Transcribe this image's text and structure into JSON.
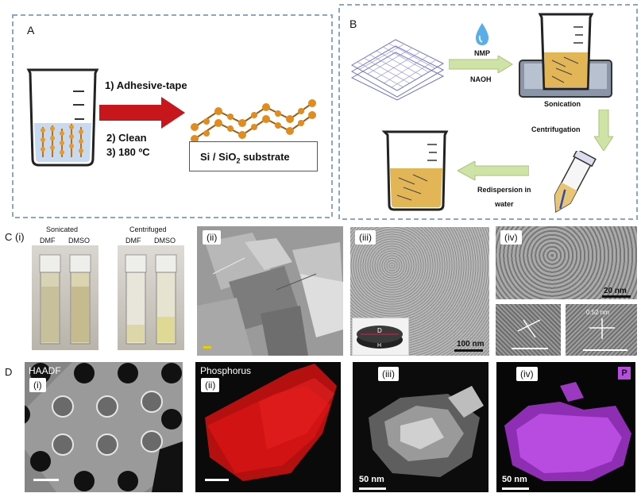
{
  "panel_a": {
    "label": "A",
    "step1": "1) Adhesive-tape",
    "step2": "2) Clean",
    "step3": "3) 180 ºC",
    "substrate_prefix": "Si / SiO",
    "substrate_sub": "2",
    "substrate_suffix": " substrate"
  },
  "panel_b": {
    "label": "B",
    "nmp": "NMP",
    "naoh": "NAOH",
    "sonication": "Sonication",
    "centrifugation": "Centrifugation",
    "redispersion_line1": "Redispersion in",
    "redispersion_line2": "water"
  },
  "panel_c": {
    "label": "C",
    "i": {
      "label": "(i)",
      "sonicated": "Sonicated",
      "centrifuged": "Centrifuged",
      "dmf1": "DMF",
      "dmso1": "DMSO",
      "dmf2": "DMF",
      "dmso2": "DMSO"
    },
    "ii": {
      "label": "(ii)"
    },
    "iii": {
      "label": "(iii)",
      "scale": "100 nm",
      "disk_d": "D",
      "disk_h": "H"
    },
    "iv": {
      "label": "(iv)",
      "scale": "20 nm",
      "lattice": "0.52 nm"
    }
  },
  "panel_d": {
    "label": "D",
    "i": {
      "label": "(i)",
      "title": "HAADF"
    },
    "ii": {
      "label": "(ii)",
      "title": "Phosphorus"
    },
    "iii": {
      "label": "(iii)",
      "scale": "50 nm"
    },
    "iv": {
      "label": "(iv)",
      "scale": "50 nm",
      "badge": "P"
    }
  },
  "colors": {
    "dashed_border": "#8aa6c8",
    "red_arrow": "#c8161d",
    "green_arrow": "#cfe3a6",
    "gold": "#e5c06a",
    "phosphorus_red": "#d41414",
    "phosphorus_purple": "#b84be0"
  }
}
